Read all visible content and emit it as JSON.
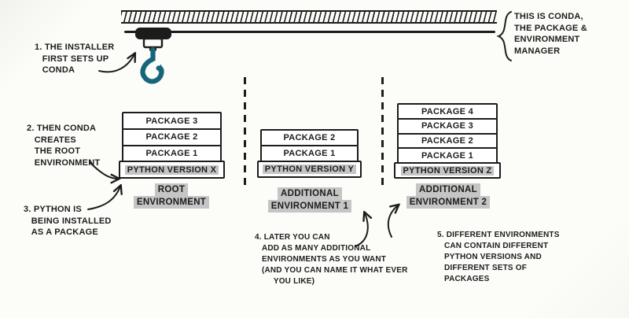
{
  "colors": {
    "ink": "#1c1c1c",
    "highlight": "#c5c5c5",
    "hook": "#17657a",
    "paper": "#fcfcf9"
  },
  "conda_note": "THIS IS CONDA,\nTHE PACKAGE &\nENVIRONMENT\nMANAGER",
  "notes": {
    "installer": "1. THE INSTALLER\n   FIRST SETS UP\n   CONDA",
    "root_env": "2. THEN CONDA\n   CREATES\n   THE ROOT\n   ENVIRONMENT",
    "python_pkg": "3. PYTHON IS\n   BEING INSTALLED\n   AS A PACKAGE",
    "additional": "4. LATER YOU CAN\n   ADD AS MANY ADDITIONAL\n   ENVIRONMENTS AS YOU WANT\n   (AND YOU CAN NAME IT WHAT EVER\n        YOU LIKE)",
    "different": "5. DIFFERENT ENVIRONMENTS\n   CAN CONTAIN DIFFERENT\n   PYTHON VERSIONS AND\n   DIFFERENT SETS OF\n   PACKAGES"
  },
  "environments": [
    {
      "label_line1": "ROOT",
      "label_line2": "ENVIRONMENT",
      "packages": [
        "PACKAGE 3",
        "PACKAGE 2",
        "PACKAGE 1"
      ],
      "python": "PYTHON VERSION X"
    },
    {
      "label_line1": "ADDITIONAL",
      "label_line2": "ENVIRONMENT 1",
      "packages": [
        "PACKAGE 2",
        "PACKAGE 1"
      ],
      "python": "PYTHON VERSION Y"
    },
    {
      "label_line1": "ADDITIONAL",
      "label_line2": "ENVIRONMENT 2",
      "packages": [
        "PACKAGE 4",
        "PACKAGE 3",
        "PACKAGE 2",
        "PACKAGE 1"
      ],
      "python": "PYTHON VERSION Z"
    }
  ]
}
